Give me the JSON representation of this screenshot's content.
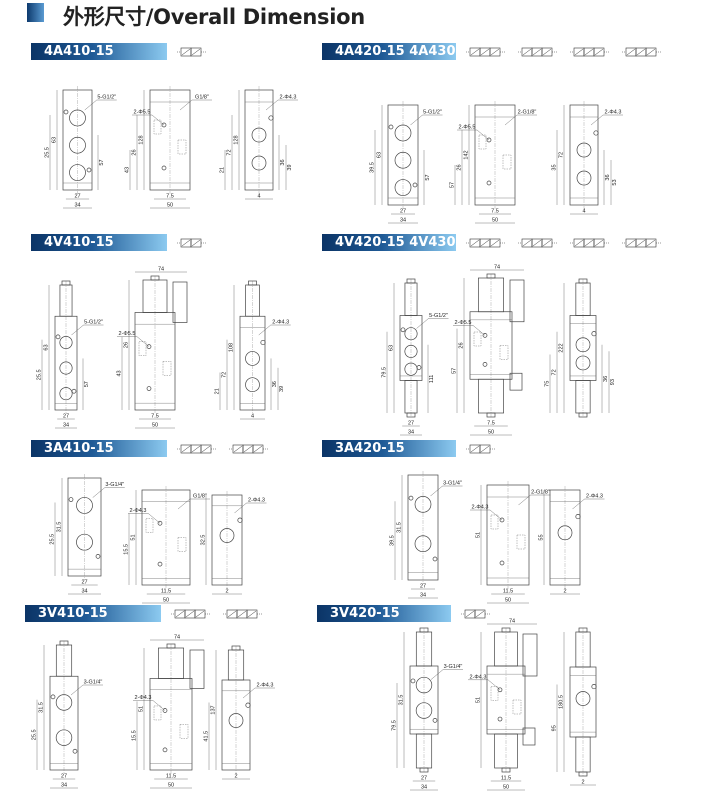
{
  "header": {
    "title": "外形尺寸/Overall Dimension",
    "accent": "#1f5a96"
  },
  "sections": [
    {
      "title": "4A410-15",
      "symbols": 1,
      "views": [
        {
          "callout": "5-G1/2\"",
          "vdims": [
            "63",
            "25.5"
          ],
          "rdims": [
            "57"
          ],
          "hdims": [
            "27",
            "34"
          ]
        },
        {
          "callout": "G1/8\"",
          "callout2": "2-Φ5.5",
          "vdims": [
            "128",
            "26",
            "43"
          ],
          "rdims": [],
          "hdims": [
            "7.5",
            "50"
          ]
        },
        {
          "callout": "2-Φ4.3",
          "vdims": [
            "128",
            "72",
            "21"
          ],
          "rdims": [
            "36",
            "39"
          ],
          "hdims": [
            "4"
          ]
        }
      ]
    },
    {
      "title": "4A420-15  4A430-15",
      "symbols": 4,
      "views": [
        {
          "callout": "5-G1/2\"",
          "vdims": [
            "63",
            "39.5"
          ],
          "rdims": [
            "57"
          ],
          "hdims": [
            "27",
            "34"
          ]
        },
        {
          "callout": "2-G1/8\"",
          "callout2": "2-Φ5.5",
          "vdims": [
            "142",
            "26",
            "57"
          ],
          "rdims": [],
          "hdims": [
            "7.5",
            "50"
          ]
        },
        {
          "callout": "2-Φ4.3",
          "vdims": [
            "72",
            "35"
          ],
          "rdims": [
            "36",
            "53"
          ],
          "hdims": [
            "4"
          ]
        }
      ]
    },
    {
      "title": "4V410-15",
      "symbols": 1,
      "views": [
        {
          "callout": "5-G1/2\"",
          "vdims": [
            "63",
            "25.5"
          ],
          "rdims": [
            "57"
          ],
          "hdims": [
            "27",
            "34"
          ]
        },
        {
          "callout": "",
          "callout2": "2-Φ5.5",
          "topdim": "74",
          "vdims": [
            "26",
            "43"
          ],
          "rdims": [],
          "hdims": [
            "7.5",
            "50"
          ]
        },
        {
          "callout": "2-Φ4.3",
          "vdims": [
            "108",
            "72",
            "21"
          ],
          "rdims": [
            "36",
            "39"
          ],
          "hdims": [
            "4"
          ]
        }
      ]
    },
    {
      "title": "4V420-15  4V430-15",
      "symbols": 4,
      "views": [
        {
          "callout": "5-G1/2\"",
          "vdims": [
            "63",
            "79.5"
          ],
          "rdims": [
            "111"
          ],
          "hdims": [
            "27",
            "34"
          ]
        },
        {
          "callout": "",
          "callout2": "2-Φ5.5",
          "topdim": "74",
          "vdims": [
            "26",
            "57"
          ],
          "rdims": [],
          "hdims": [
            "7.5",
            "50"
          ]
        },
        {
          "callout": "",
          "vdims": [
            "222",
            "72",
            "75"
          ],
          "rdims": [
            "36",
            "93"
          ],
          "hdims": []
        }
      ]
    },
    {
      "title": "3A410-15",
      "symbols": 2,
      "views": [
        {
          "callout": "3-G1/4\"",
          "vdims": [
            "31.5",
            "25.5"
          ],
          "rdims": [],
          "hdims": [
            "27",
            "34"
          ]
        },
        {
          "callout": "G1/8\"",
          "callout2": "2-Φ4.3",
          "vdims": [
            "51",
            "15.5"
          ],
          "rdims": [],
          "hdims": [
            "11.5",
            "50"
          ]
        },
        {
          "callout": "2-Φ4.3",
          "vdims": [
            "32.5"
          ],
          "rdims": [],
          "hdims": [
            "2"
          ]
        }
      ]
    },
    {
      "title": "3A420-15",
      "symbols": 1,
      "views": [
        {
          "callout": "3-G1/4\"",
          "vdims": [
            "31.5",
            "39.5"
          ],
          "rdims": [],
          "hdims": [
            "27",
            "34"
          ]
        },
        {
          "callout": "2-G1/8\"",
          "callout2": "2-Φ4.3",
          "vdims": [
            "51"
          ],
          "rdims": [],
          "hdims": [
            "11.5",
            "50"
          ]
        },
        {
          "callout": "2-Φ4.3",
          "vdims": [
            "55"
          ],
          "rdims": [],
          "hdims": [
            "2"
          ]
        }
      ]
    },
    {
      "title": "3V410-15",
      "symbols": 2,
      "views": [
        {
          "callout": "3-G1/4\"",
          "vdims": [
            "31.5",
            "25.5"
          ],
          "rdims": [],
          "hdims": [
            "27",
            "34"
          ]
        },
        {
          "callout": "",
          "callout2": "2-Φ4.3",
          "topdim": "74",
          "vdims": [
            "51",
            "15.5"
          ],
          "rdims": [],
          "hdims": [
            "11.5",
            "50"
          ]
        },
        {
          "callout": "2-Φ4.3",
          "vdims": [
            "137",
            "41.5"
          ],
          "rdims": [],
          "hdims": [
            "2"
          ]
        }
      ]
    },
    {
      "title": "3V420-15",
      "symbols": 1,
      "views": [
        {
          "callout": "3-G1/4\"",
          "vdims": [
            "31.5",
            "79.5"
          ],
          "rdims": [],
          "hdims": [
            "27",
            "34"
          ]
        },
        {
          "callout": "",
          "callout2": "2-Φ4.3",
          "topdim": "74",
          "vdims": [
            "51"
          ],
          "rdims": [],
          "hdims": [
            "11.5",
            "50"
          ]
        },
        {
          "callout": "",
          "vdims": [
            "180.5",
            "95"
          ],
          "rdims": [],
          "hdims": [
            "2"
          ]
        }
      ]
    }
  ]
}
